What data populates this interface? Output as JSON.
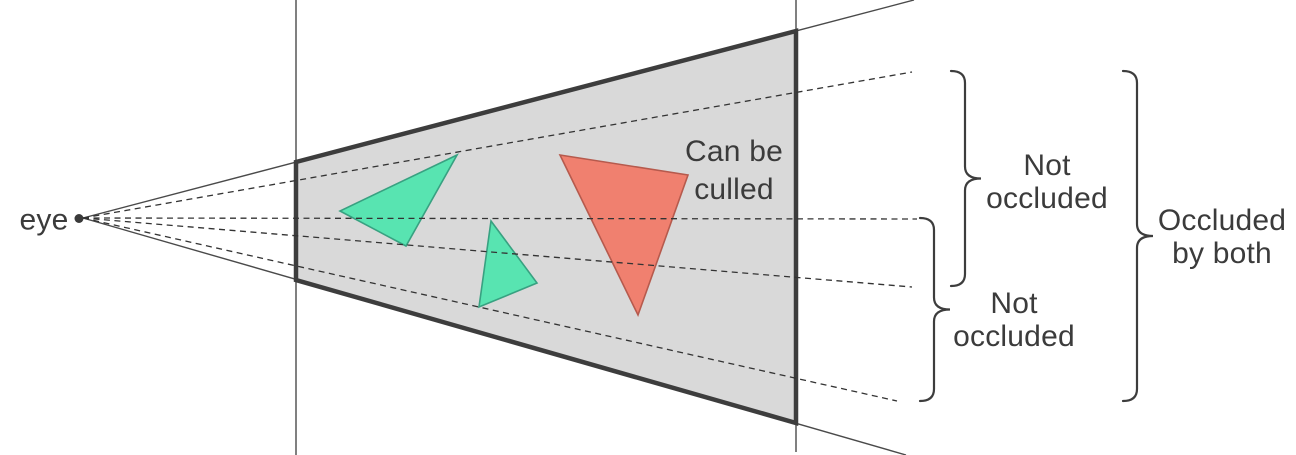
{
  "labels": {
    "eye": "eye",
    "can_be_culled": "Can be\nculled",
    "not_occluded_upper": "Not\noccluded",
    "not_occluded_lower": "Not\noccluded",
    "occluded_by_both": "Occluded\nby both"
  },
  "colors": {
    "background": "#ffffff",
    "frustum_fill": "#d9d9d9",
    "frustum_border": "#3d3d3d",
    "occluder_fill": "#58e4b1",
    "occluder_border": "#38a181",
    "culled_fill": "#f0806f",
    "culled_border": "#b65a4d",
    "solid_line": "#4a4a4a",
    "dashed_line": "#333333",
    "brace": "#3d3d3d",
    "text": "#3b3b3b",
    "eye_dot": "#3a3a3a"
  }
}
